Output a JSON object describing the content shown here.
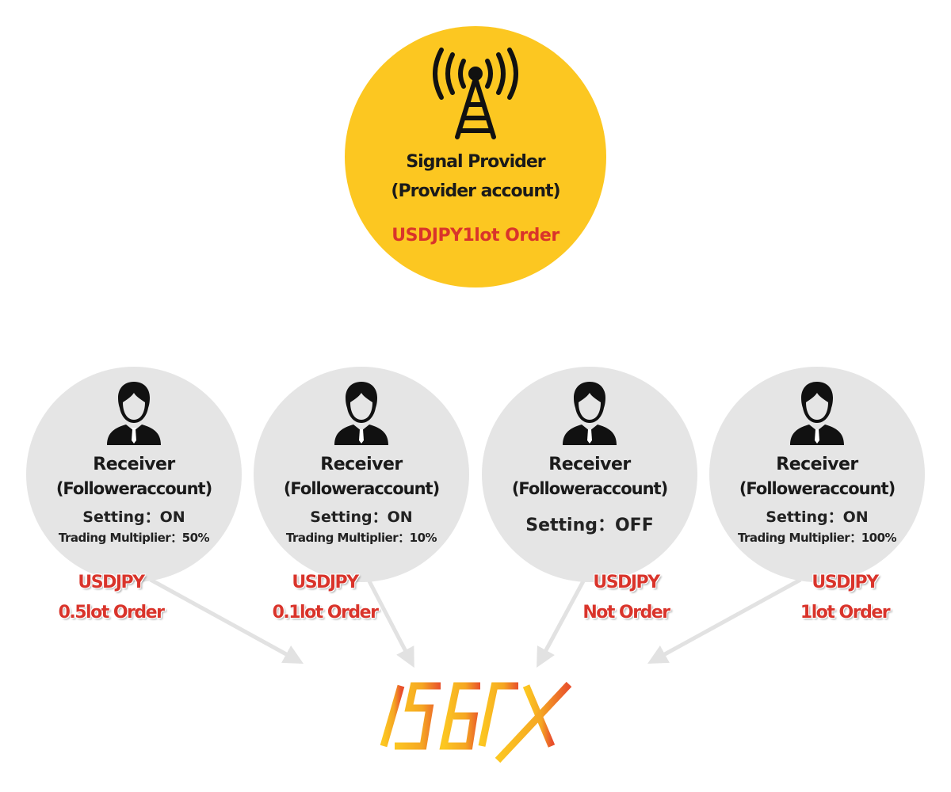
{
  "provider": {
    "title": "Signal Provider",
    "account": "(Provider account)",
    "order": "USDJPY1lot Order",
    "icon": "antenna-tower-icon"
  },
  "receivers": [
    {
      "title": "Receiver",
      "account": "(Followeraccount)",
      "setting": "Setting：ON",
      "multiplier": "Trading Multiplier：50%",
      "order_line1": "USDJPY",
      "order_line2": "0.5lot Order"
    },
    {
      "title": "Receiver",
      "account": "(Followeraccount)",
      "setting": "Setting：ON",
      "multiplier": "Trading Multiplier：10%",
      "order_line1": "USDJPY",
      "order_line2": "0.1lot Order"
    },
    {
      "title": "Receiver",
      "account": "(Followeraccount)",
      "setting": "Setting：OFF",
      "multiplier": "",
      "order_line1": "USDJPY",
      "order_line2": "Not Order"
    },
    {
      "title": "Receiver",
      "account": "(Followeraccount)",
      "setting": "Setting：ON",
      "multiplier": "Trading Multiplier：100%",
      "order_line1": "USDJPY",
      "order_line2": "1lot Order"
    }
  ],
  "logo": {
    "text": "IS6FX",
    "colors": [
      "#fcc721",
      "#f08a24",
      "#e8502c"
    ]
  },
  "colors": {
    "provider": "#fcc721",
    "receiver": "#e5e5e5",
    "order": "#d9342b",
    "arrow": "#e2e2e2"
  }
}
